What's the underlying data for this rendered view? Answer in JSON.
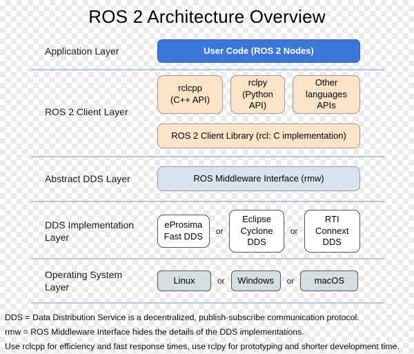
{
  "title": "ROS 2 Architecture Overview",
  "layers": {
    "application": {
      "label": "Application Layer",
      "user_code": "User Code (ROS 2 Nodes)"
    },
    "client": {
      "label": "ROS 2 Client Layer",
      "rclcpp": "rclcpp\n(C++ API)",
      "rclpy": "rclpy\n(Python\nAPI)",
      "other_languages": "Other\nlanguages\nAPIs",
      "client_library": "ROS 2 Client Library (rcl: C implementation)"
    },
    "abstract_dds": {
      "label": "Abstract DDS Layer",
      "rmw": "ROS Middleware Interface (rmw)"
    },
    "dds_implementation": {
      "label": "DDS Implementation Layer",
      "fast_dds": "eProsima\nFast DDS",
      "cyclone_dds": "Eclipse\nCyclone\nDDS",
      "connext_dds": "RTI\nConnext\nDDS",
      "or_label": "or"
    },
    "operating_system": {
      "label": "Operating System Layer",
      "linux": "Linux",
      "windows": "Windows",
      "macos": "macOS",
      "or_label": "or"
    }
  },
  "notes": [
    "DDS = Data Distribution Service is a decentralized, publish-subscribe communication protocol.",
    "rmw = ROS Middleware Interface hides the details of the DDS implementations.",
    "Use rclcpp for efficiency and fast response times, use rclpy for prototyping and shorter development time."
  ],
  "colors": {
    "user_code_bg": "#3b77d8",
    "client_bg": "#fbe3c8",
    "rmw_bg": "#d9e4f1",
    "dds_bg": "#ffffff",
    "os_bg": "#d6dfe0",
    "divider": "#b3c9e0"
  }
}
